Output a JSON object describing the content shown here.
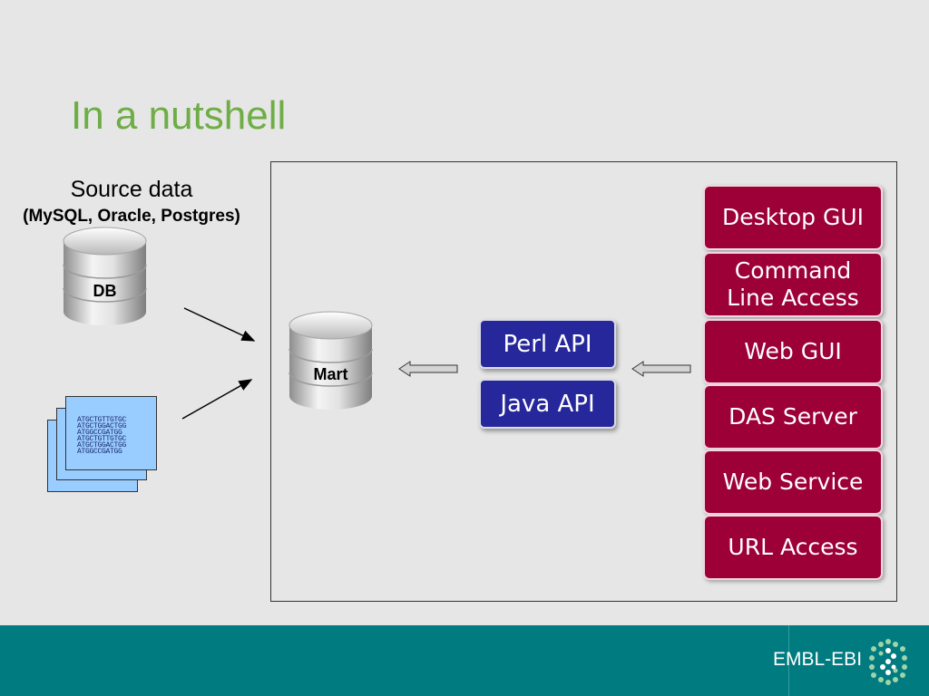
{
  "slide": {
    "title": "In a nutshell"
  },
  "source": {
    "title": "Source data",
    "subtitle": "(MySQL, Oracle, Postgres)",
    "db_label": "DB",
    "sequence_lines": [
      "ATGCTGTTGTGC",
      "ATGCTGGACTGG",
      "ATGGCCGATGG",
      "ATGCTGTTGTGC",
      "ATGCTGGACTGG",
      "ATGGCCGATGG"
    ]
  },
  "mart": {
    "label": "Mart"
  },
  "apis": [
    {
      "label": "Perl API"
    },
    {
      "label": "Java API"
    }
  ],
  "access_methods": [
    {
      "label": "Desktop GUI"
    },
    {
      "label": "Command Line Access"
    },
    {
      "label": "Web GUI"
    },
    {
      "label": "DAS Server"
    },
    {
      "label": "Web Service"
    },
    {
      "label": "URL Access"
    }
  ],
  "footer": {
    "logo_text": "EMBL-EBI"
  },
  "colors": {
    "title": "#6fad46",
    "api_box": "#26279a",
    "access_box": "#9c0036",
    "footer": "#007b7f",
    "background": "#e6e6e6"
  }
}
